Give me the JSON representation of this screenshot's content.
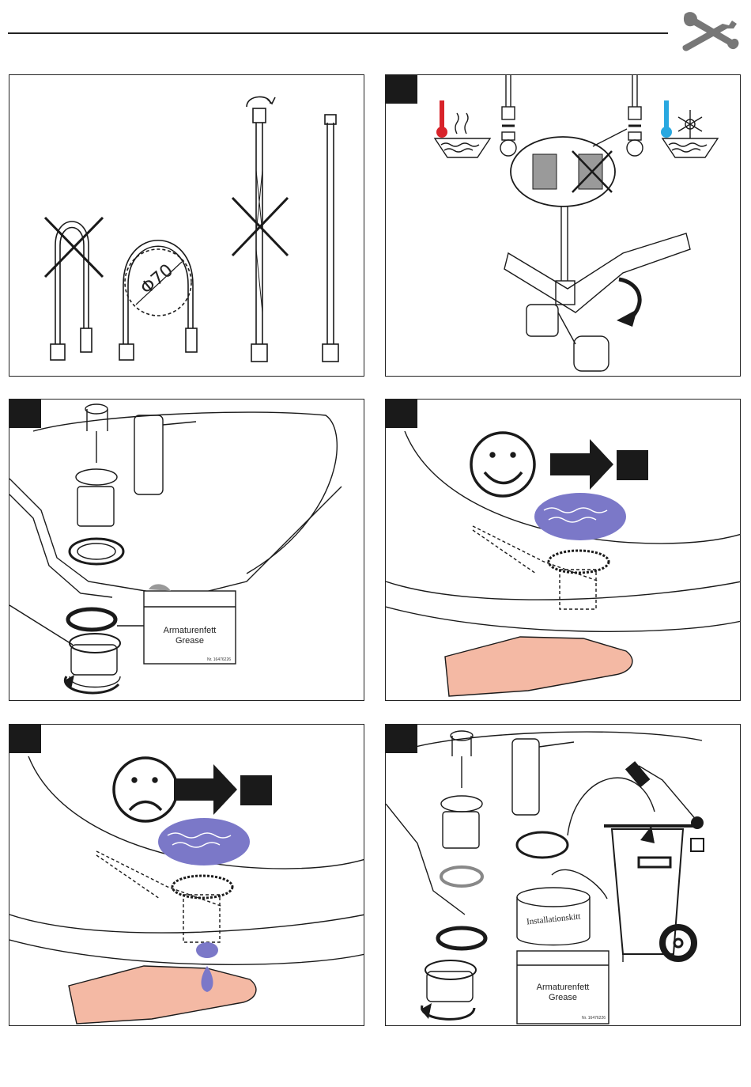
{
  "header": {
    "icon": "wrench-screwdriver-icon"
  },
  "panels": [
    {
      "id": "hose-bending",
      "dimension_label": "Φ70"
    },
    {
      "id": "temperature-thread"
    },
    {
      "id": "grease-waste",
      "box": {
        "line1": "Armaturenfett",
        "line2": "Grease",
        "partno": "Nr. 16476226"
      }
    },
    {
      "id": "leak-ok"
    },
    {
      "id": "leak-fail"
    },
    {
      "id": "putty-disposal",
      "can_label": "Installationskitt",
      "box": {
        "line1": "Armaturenfett",
        "line2": "Grease",
        "partno": "Nr. 16476226"
      }
    }
  ],
  "colors": {
    "line": "#1a1a1a",
    "water": "#7b78c8",
    "skin": "#f4b9a4",
    "hot": "#d8232a",
    "cold": "#29a8e0",
    "grey": "#8c8c8c"
  }
}
